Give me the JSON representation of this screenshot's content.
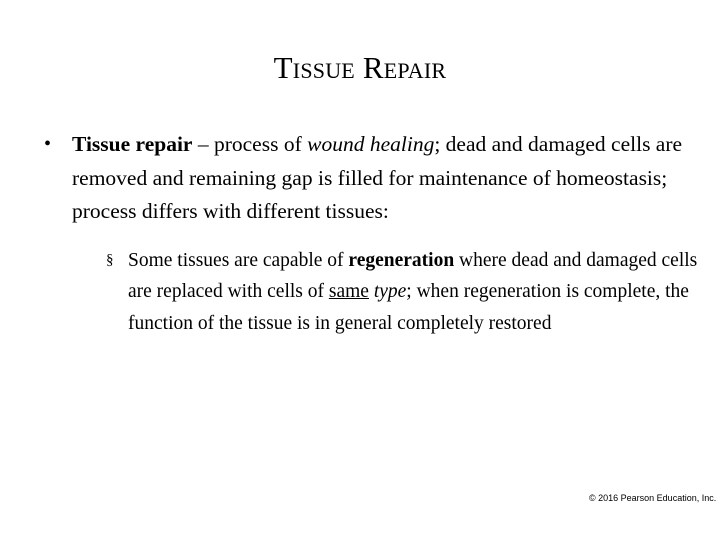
{
  "slide": {
    "title": "Tissue Repair",
    "bullets": [
      {
        "level": 1,
        "marker": "•",
        "segments": [
          {
            "text": "Tissue repair",
            "style": "bold"
          },
          {
            "text": " – process of ",
            "style": "normal"
          },
          {
            "text": "wound healing",
            "style": "italic"
          },
          {
            "text": "; dead and damaged cells are removed and remaining gap is filled for maintenance of homeostasis; process differs with different tissues:",
            "style": "normal"
          }
        ]
      },
      {
        "level": 2,
        "marker": "§",
        "segments": [
          {
            "text": "Some tissues are capable of ",
            "style": "normal"
          },
          {
            "text": "regeneration",
            "style": "bold"
          },
          {
            "text": " where dead and damaged cells are replaced with cells of ",
            "style": "normal"
          },
          {
            "text": "same",
            "style": "underline"
          },
          {
            "text": " ",
            "style": "normal"
          },
          {
            "text": "type",
            "style": "italic"
          },
          {
            "text": "; when regeneration is complete, the function of the tissue is in general completely restored",
            "style": "normal"
          }
        ]
      }
    ],
    "copyright": "© 2016 Pearson Education, Inc."
  }
}
